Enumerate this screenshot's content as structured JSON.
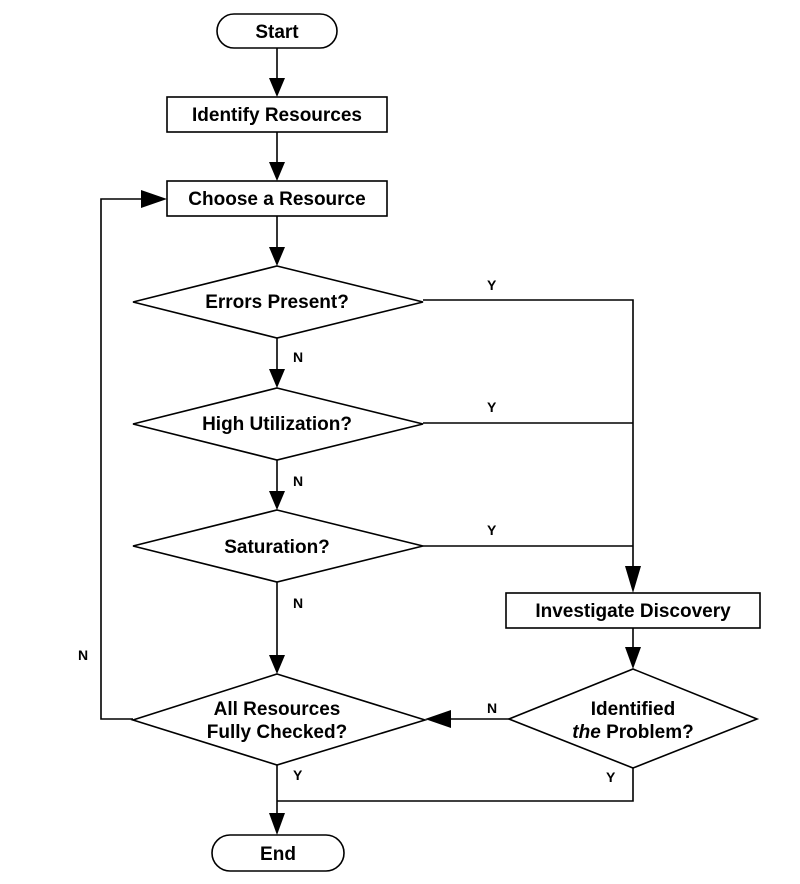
{
  "nodes": {
    "start": "Start",
    "identify_resources": "Identify Resources",
    "choose_resource": "Choose a Resource",
    "errors_present": "Errors Present?",
    "high_utilization": "High Utilization?",
    "saturation": "Saturation?",
    "investigate_discovery": "Investigate Discovery",
    "all_checked_line1": "All Resources",
    "all_checked_line2": "Fully Checked?",
    "identified_line1": "Identified",
    "identified_line2_em": "the",
    "identified_line2_rest": " Problem?",
    "end": "End"
  },
  "edges": {
    "errors_yes": "Y",
    "errors_no": "N",
    "util_yes": "Y",
    "util_no": "N",
    "sat_yes": "Y",
    "sat_no": "N",
    "all_checked_no": "N",
    "all_checked_yes": "Y",
    "identified_no": "N",
    "identified_yes": "Y"
  }
}
